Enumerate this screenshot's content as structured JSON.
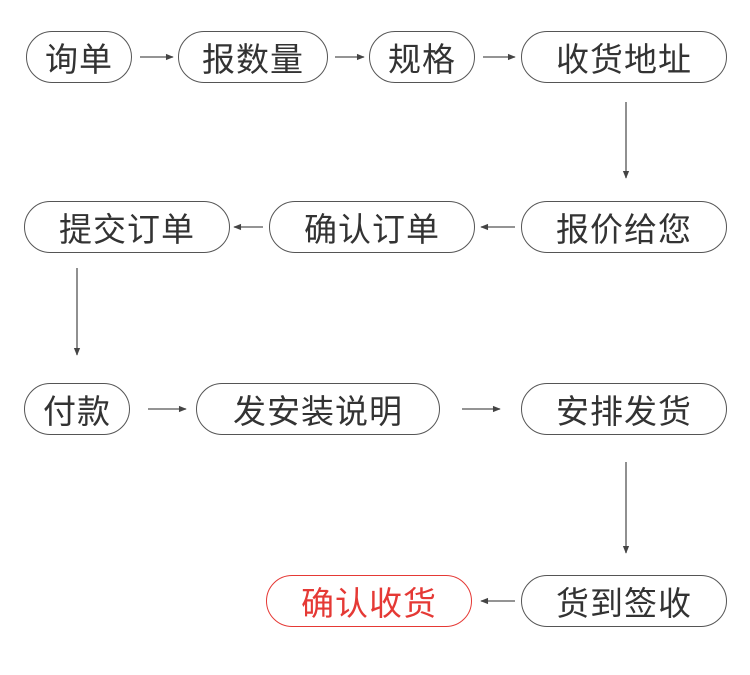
{
  "colors": {
    "line": "#555555",
    "text": "#333333",
    "highlight": "#e53935"
  },
  "steps": [
    {
      "id": "inquiry",
      "label": "询单"
    },
    {
      "id": "quantity",
      "label": "报数量"
    },
    {
      "id": "spec",
      "label": "规格"
    },
    {
      "id": "address",
      "label": "收货地址"
    },
    {
      "id": "quote",
      "label": "报价给您"
    },
    {
      "id": "confirm-order",
      "label": "确认订单"
    },
    {
      "id": "submit-order",
      "label": "提交订单"
    },
    {
      "id": "payment",
      "label": "付款"
    },
    {
      "id": "install-guide",
      "label": "发安装说明"
    },
    {
      "id": "ship",
      "label": "安排发货"
    },
    {
      "id": "sign",
      "label": "货到签收"
    },
    {
      "id": "receipt-confirmed",
      "label": "确认收货",
      "highlight": true
    }
  ]
}
